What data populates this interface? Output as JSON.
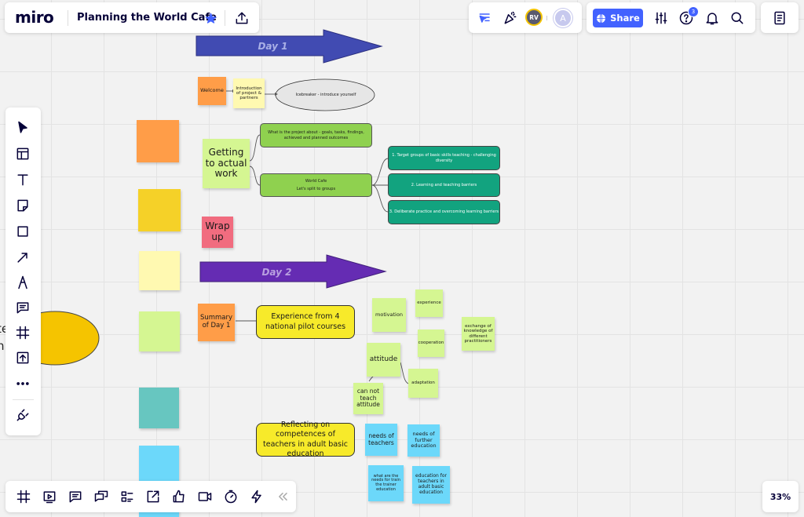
{
  "header": {
    "logo": "miro",
    "board_title": "Planning the World Cafe",
    "star_icon": "star-icon",
    "export_icon": "upload-icon"
  },
  "collab": {
    "reactions_icon": "reactions-icon",
    "celebrate_icon": "party-popper-icon",
    "avatar_rv": "RV",
    "avatar_a": "A",
    "share_label": "Share",
    "notif_count": "3"
  },
  "zoom": "33%",
  "board": {
    "day1": "Day 1",
    "day2": "Day 2",
    "welcome": "Welcome",
    "intro": "Introduction of project & partners",
    "icebreaker": "Icebreaker - introduce yourself",
    "getting": "Getting to actual work",
    "project_about": "What is the project about - goals, tasks, findings, achieved and planned outcomes",
    "world_cafe_title": "World Cafe",
    "world_cafe_sub": "Let's split to groups",
    "topic1": "1. Target groups of basic skills teaching - challenging diversity",
    "topic2": "2. Learning and teaching barriers",
    "topic3": "3. Deliberate practice and overcoming learning barriers",
    "wrap": "Wrap up",
    "summary": "Summary of Day 1",
    "experience_courses": "Experience from 4 national pilot courses",
    "motivation": "motivation",
    "experience": "experience",
    "cooperation": "cooperation",
    "exchange": "exchange of knowledge of different practitioners",
    "attitude": "attitude",
    "adaptation": "adaptation",
    "cannot_teach": "can not teach attitude",
    "reflecting": "Reflecting on competences of teachers in adult basic education",
    "needs_teachers": "needs of teachers",
    "needs_further": "needs of further education",
    "needs_trainer": "what are the needs for train the trainer education",
    "education_for": "education for teachers in adult basic education",
    "left_oval_text": "te\nn"
  },
  "colors": {
    "accent": "#4262ff",
    "orange": "#ff9d48",
    "yellow": "#f5d128",
    "light_yellow": "#fff9b1",
    "light_green": "#d5f692",
    "green": "#8fd14f",
    "teal": "#12a37f",
    "blue_sticky": "#6cd8fa",
    "pink": "#f16c7f",
    "day1_arrow": "#414bb2",
    "day2_arrow": "#652cb3"
  }
}
